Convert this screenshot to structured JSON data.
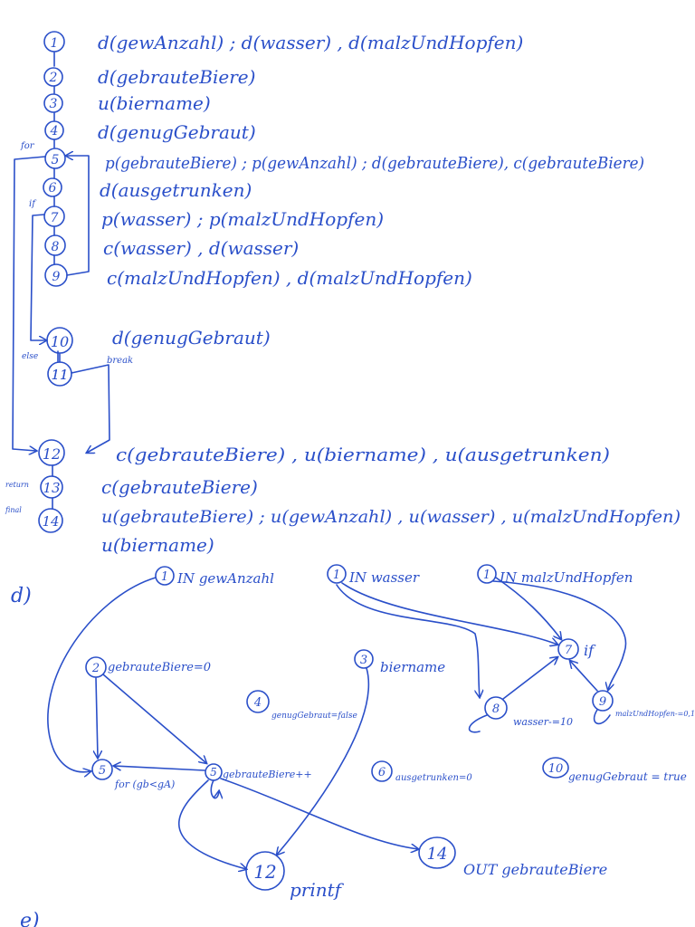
{
  "colors": {
    "ink": "#2a4fc9",
    "paper": "#ffffff"
  },
  "node_list": [
    {
      "num": "1",
      "text": "d(gewAnzahl) ; d(wasser) , d(malzUndHopfen)"
    },
    {
      "num": "2",
      "text": "d(gebrauteBiere)"
    },
    {
      "num": "3",
      "text": "u(biername)"
    },
    {
      "num": "4",
      "text": "d(genugGebraut)"
    },
    {
      "num": "5",
      "text": "p(gebrauteBiere) ; p(gewAnzahl) ; d(gebrauteBiere), c(gebrauteBiere)"
    },
    {
      "num": "6",
      "text": "d(ausgetrunken)"
    },
    {
      "num": "7",
      "text": "p(wasser) ; p(malzUndHopfen)"
    },
    {
      "num": "8",
      "text": "c(wasser) , d(wasser)"
    },
    {
      "num": "9",
      "text": "c(malzUndHopfen) , d(malzUndHopfen)"
    },
    {
      "num": "10",
      "text": "d(genugGebraut)"
    },
    {
      "num": "11",
      "text": ""
    },
    {
      "num": "12",
      "text": "c(gebrauteBiere) , u(biername) , u(ausgetrunken)"
    },
    {
      "num": "13",
      "text": "c(gebrauteBiere)"
    },
    {
      "num": "14",
      "text": "u(gebrauteBiere) ; u(gewAnzahl) , u(wasser) , u(malzUndHopfen)"
    },
    {
      "num": "",
      "text": "u(biername)"
    }
  ],
  "flow_labels": {
    "for": "for",
    "if": "if",
    "else": "else",
    "break": "break",
    "return": "return",
    "final": "final"
  },
  "section_label": "d)",
  "section_label_bottom": "e)",
  "graph_nodes": [
    {
      "num": "1",
      "label": "IN gewAnzahl"
    },
    {
      "num": "1",
      "label": "IN wasser"
    },
    {
      "num": "1",
      "label": "IN malzUndHopfen"
    },
    {
      "num": "2",
      "label": "gebrauteBiere=0"
    },
    {
      "num": "3",
      "label": "biername"
    },
    {
      "num": "4",
      "label": "genugGebraut=false"
    },
    {
      "num": "5",
      "label": ""
    },
    {
      "num": "5",
      "label": "gebrauteBiere++"
    },
    {
      "num": "6",
      "label": "ausgetrunken=0"
    },
    {
      "num": "7",
      "label": "if"
    },
    {
      "num": "8",
      "label": "wasser-=10"
    },
    {
      "num": "9",
      "label": "malzUndHopfen-=0,1"
    },
    {
      "num": "10",
      "label": "genugGebraut = true"
    },
    {
      "num": "12",
      "label": "printf"
    },
    {
      "num": "14",
      "label": "OUT gebrauteBiere"
    }
  ],
  "edge_labels": {
    "for_cond": "for (gb<gA)"
  }
}
